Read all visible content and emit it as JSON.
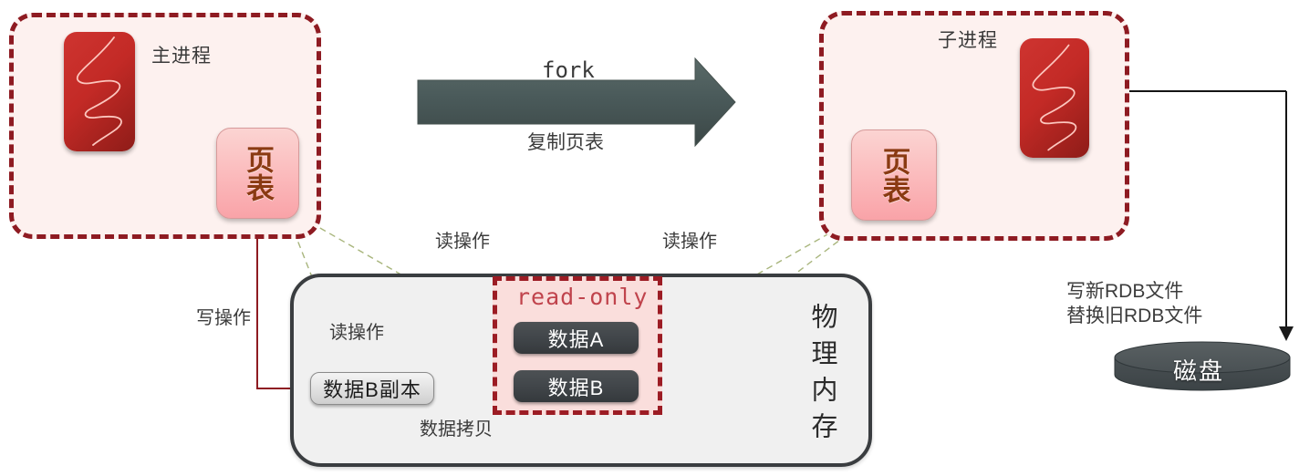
{
  "diagram": {
    "title": "Redis fork copy-on-write RDB persistence diagram",
    "colors": {
      "process_border": "#8E1B22",
      "process_fill": "#FDF1EF",
      "readonly_border": "#9C1C24",
      "readonly_fill": "#FADEDC",
      "readonly_text": "#C0434C",
      "memory_border": "#3A3D40",
      "memory_fill": "#F0F0F0",
      "chip_dark": "#41464A",
      "redis_red": "#C32A26",
      "pagetable_pink": "#FBB9BB",
      "fork_arrow": "#4A5A5A",
      "read_arrow_green": "#7DBF4E",
      "write_arrow_red": "#8E1B22",
      "copy_arrow_pink": "#F5A9A9",
      "disk_gray": "#4E5457"
    }
  },
  "main_process": {
    "title": "主进程",
    "logo_name": "redis-logo",
    "page_table": "页表"
  },
  "child_process": {
    "title": "子进程",
    "logo_name": "redis-logo",
    "page_table": "页表"
  },
  "fork": {
    "label_top": "fork",
    "label_bottom": "复制页表"
  },
  "memory": {
    "label": "物理内存",
    "readonly": {
      "label": "read-only",
      "chips": [
        {
          "label": "数据A"
        },
        {
          "label": "数据B"
        }
      ]
    },
    "copy_chip": {
      "label": "数据B副本"
    }
  },
  "annotations": {
    "write_op": "写操作",
    "read_op_memcopy": "读操作",
    "read_op_left": "读操作",
    "read_op_right": "读操作",
    "data_copy": "数据拷贝"
  },
  "disk": {
    "label": "磁盘",
    "note_line1": "写新RDB文件",
    "note_line2": "替换旧RDB文件"
  }
}
